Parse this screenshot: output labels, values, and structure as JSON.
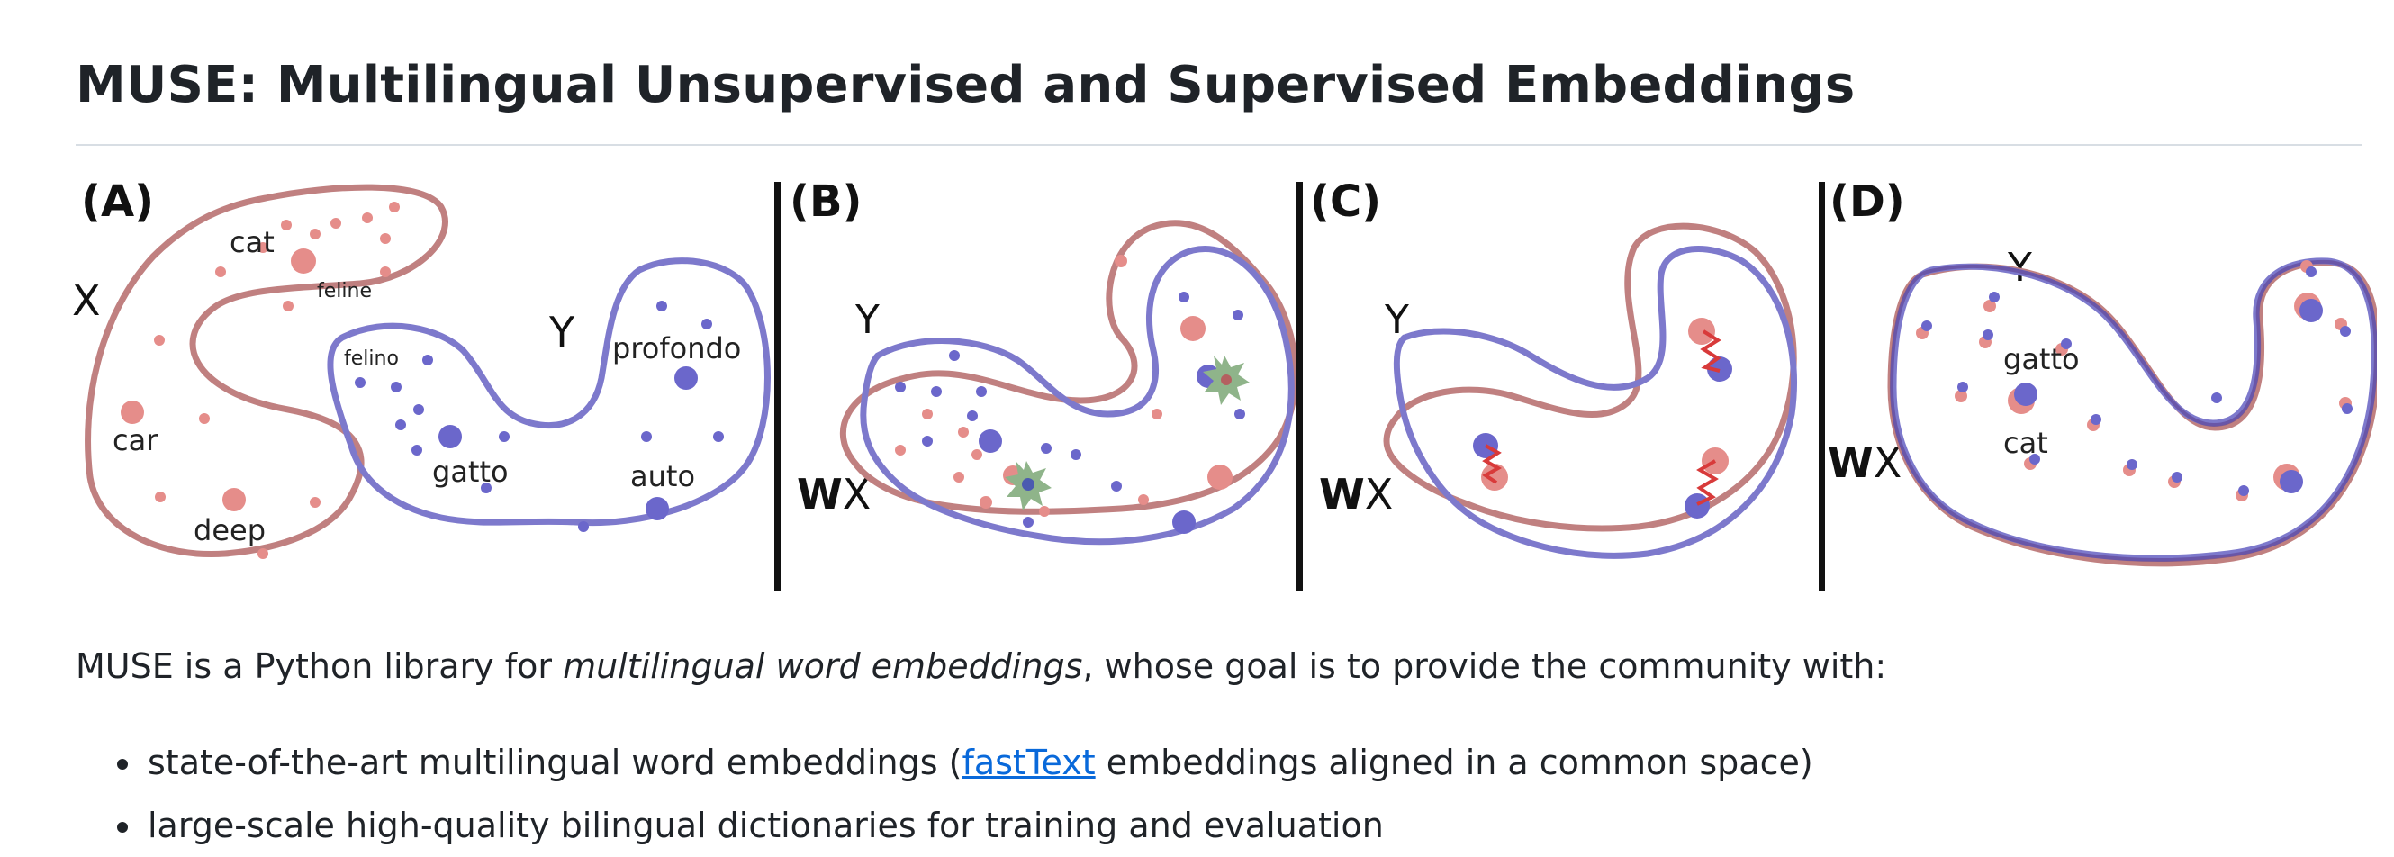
{
  "page": {
    "title": "MUSE: Multilingual Unsupervised and Supervised Embeddings",
    "intro_before": "MUSE is a Python library for ",
    "intro_em": "multilingual word embeddings",
    "intro_after": ", whose goal is to provide the community with:",
    "bullets": [
      {
        "before": "state-of-the-art multilingual word embeddings (",
        "link": "fastText",
        "after": " embeddings aligned in a common space)"
      },
      {
        "text": "large-scale high-quality bilingual dictionaries for training and evaluation"
      }
    ]
  },
  "figure": {
    "panels": {
      "a": {
        "label": "(A)",
        "x": "X",
        "y": "Y",
        "words": {
          "cat": "cat",
          "feline": "feline",
          "car": "car",
          "deep": "deep",
          "felino": "felino",
          "profondo": "profondo",
          "gatto": "gatto",
          "auto": "auto"
        }
      },
      "b": {
        "label": "(B)",
        "y": "Y",
        "wx_w": "W",
        "wx_x": "X"
      },
      "c": {
        "label": "(C)",
        "y": "Y",
        "wx_w": "W",
        "wx_x": "X"
      },
      "d": {
        "label": "(D)",
        "y": "Y",
        "wx_w": "W",
        "wx_x": "X",
        "gatto": "gatto",
        "cat": "cat"
      }
    },
    "colors": {
      "red_shape": "#c08080",
      "red_dot": "#e58d8a",
      "blue_shape": "#7d79cc",
      "blue_dot": "#6b67cb",
      "star": "#8fb48a",
      "zigzag": "#d83a3a"
    }
  }
}
